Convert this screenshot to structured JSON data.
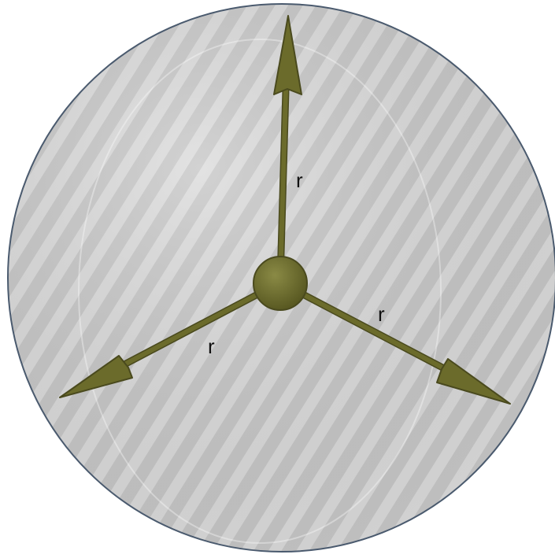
{
  "diagram": {
    "labels": {
      "radius_up": "r",
      "radius_left": "r",
      "radius_right": "r"
    },
    "colors": {
      "sphere_fill": "#c9c9c9",
      "sphere_stripe": "#dedede",
      "sphere_outline": "#4a5a6e",
      "arrow": "#6b6b2b",
      "arrow_outline": "#4a4a1e",
      "center": "#6a6a30"
    }
  }
}
